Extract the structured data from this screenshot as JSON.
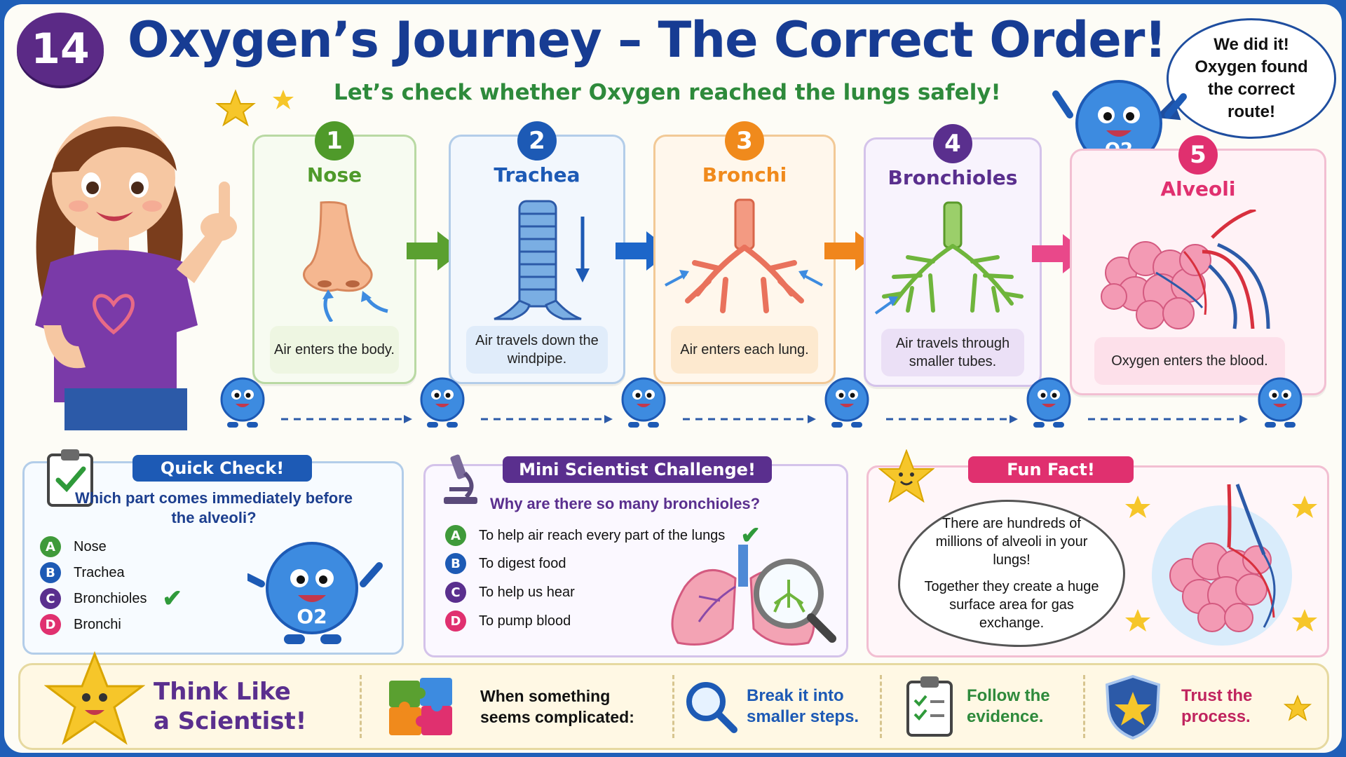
{
  "header": {
    "number": "14",
    "title": "Oxygen’s Journey – The Correct Order!",
    "subtitle": "Let’s check whether Oxygen reached the lungs safely!",
    "speech": "We did it! Oxygen found the correct route!"
  },
  "oxygen_label": "O2",
  "steps": [
    {
      "num": "1",
      "title": "Nose",
      "desc": "Air enters the body.",
      "color": "#4f9a2a"
    },
    {
      "num": "2",
      "title": "Trachea",
      "desc": "Air travels down the windpipe.",
      "color": "#1d5ab5"
    },
    {
      "num": "3",
      "title": "Bronchi",
      "desc": "Air enters each lung.",
      "color": "#f08a1c"
    },
    {
      "num": "4",
      "title": "Bronchioles",
      "desc": "Air travels through smaller tubes.",
      "color": "#5a2f8e"
    },
    {
      "num": "5",
      "title": "Alveoli",
      "desc": "Oxygen enters the blood.",
      "color": "#e0306f"
    }
  ],
  "quick_check": {
    "title": "Quick Check!",
    "question": "Which part comes immediately before the alveoli?",
    "options": [
      {
        "letter": "A",
        "text": "Nose",
        "color": "#3f9a3a",
        "correct": false
      },
      {
        "letter": "B",
        "text": "Trachea",
        "color": "#1d5ab5",
        "correct": false
      },
      {
        "letter": "C",
        "text": "Bronchioles",
        "color": "#5a2f8e",
        "correct": true
      },
      {
        "letter": "D",
        "text": "Bronchi",
        "color": "#e0306f",
        "correct": false
      }
    ]
  },
  "challenge": {
    "title": "Mini Scientist Challenge!",
    "question": "Why are there so many bronchioles?",
    "options": [
      {
        "letter": "A",
        "text": "To help air reach every part of the lungs",
        "color": "#3f9a3a",
        "correct": true
      },
      {
        "letter": "B",
        "text": "To digest food",
        "color": "#1d5ab5",
        "correct": false
      },
      {
        "letter": "C",
        "text": "To help us hear",
        "color": "#5a2f8e",
        "correct": false
      },
      {
        "letter": "D",
        "text": "To pump blood",
        "color": "#e0306f",
        "correct": false
      }
    ]
  },
  "fun_fact": {
    "title": "Fun Fact!",
    "text1": "There are hundreds of millions of alveoli in your lungs!",
    "text2": "Together they create a huge surface area for gas exchange."
  },
  "strip": {
    "heading": "Think Like a Scientist!",
    "intro": "When something seems complicated:",
    "tips": [
      "Break it into smaller steps.",
      "Follow the evidence.",
      "Trust the process."
    ]
  },
  "colors": {
    "title": "#173c93",
    "subtitle": "#2e8a3b",
    "quick": "#1d5ab5",
    "challenge": "#5a2f8e",
    "fun": "#e0306f"
  }
}
